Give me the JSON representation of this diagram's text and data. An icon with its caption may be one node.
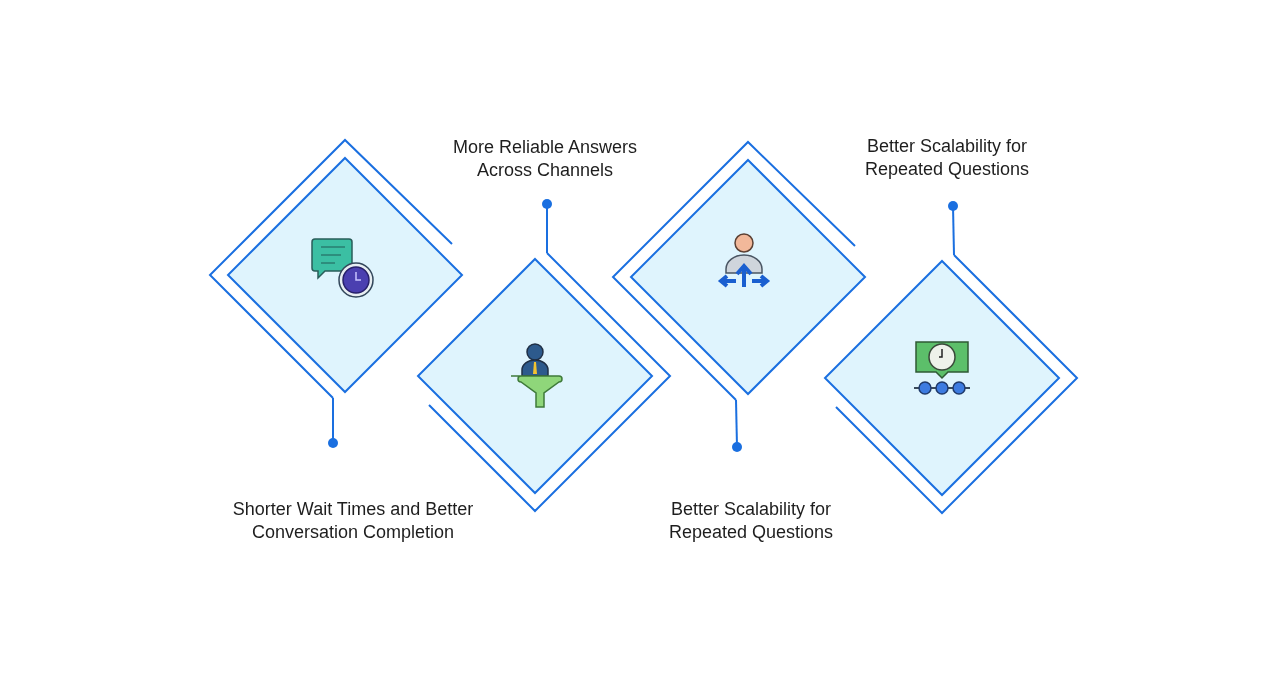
{
  "diagram": {
    "nodes": [
      {
        "text": [],
        "shape": "diamond"
      },
      {
        "text": [],
        "shape": "diamond"
      },
      {
        "text": [],
        "shape": "diamond"
      },
      {
        "text": [],
        "shape": "diamond"
      },
      {
        "text": [
          "Shorter Wait Times and Better Conversation Completion"
        ]
      },
      {
        "text": [
          "More Reliable Answers Across Channels"
        ]
      },
      {
        "text": [
          "Better Scalability for Repeated Questions"
        ]
      },
      {
        "text": [
          "Better Scalability for Repeated Questions"
        ]
      }
    ],
    "edges": [
      {
        "from": 4,
        "to": 0,
        "arrow": "other"
      },
      {
        "from": 5,
        "to": 1,
        "arrow": "other"
      },
      {
        "from": 6,
        "to": 2,
        "arrow": "other"
      },
      {
        "from": 7,
        "to": 3,
        "arrow": "other"
      }
    ]
  }
}
